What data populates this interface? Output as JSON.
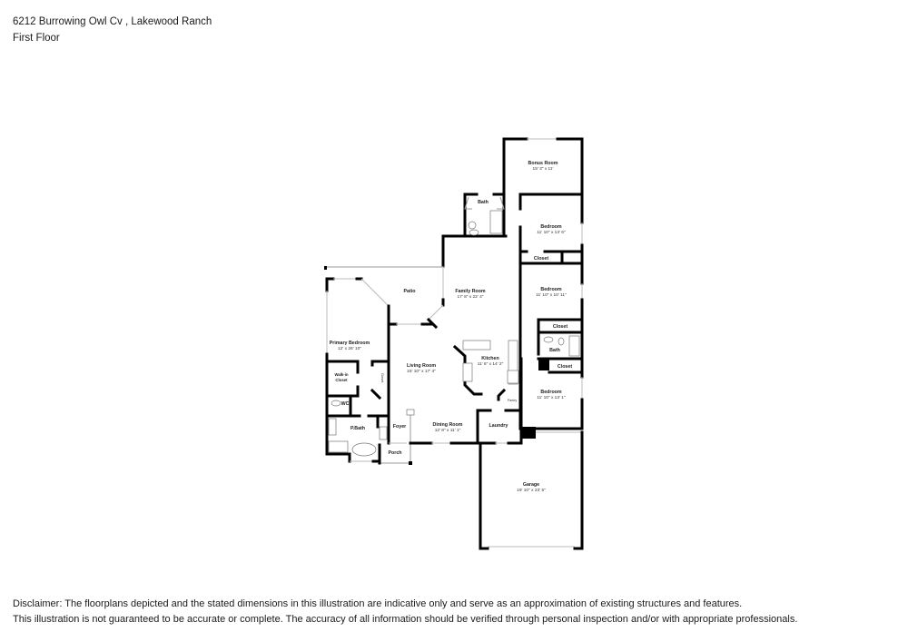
{
  "header": {
    "address": "6212 Burrowing Owl Cv , Lakewood Ranch",
    "floor": "First Floor"
  },
  "rooms": {
    "bonus_room": {
      "name": "Bonus Room",
      "dims": "15' 3\" x 11'"
    },
    "bath_top": {
      "name": "Bath"
    },
    "bedroom_1": {
      "name": "Bedroom",
      "dims": "11' 10\" x 13' 6\""
    },
    "closet_1": {
      "name": "Closet"
    },
    "bedroom_2": {
      "name": "Bedroom",
      "dims": "11' 10\" x 10' 11\""
    },
    "closet_2": {
      "name": "Closet"
    },
    "bath_mid": {
      "name": "Bath"
    },
    "closet_3": {
      "name": "Closet"
    },
    "bedroom_3": {
      "name": "Bedroom",
      "dims": "11' 10\" x 13' 1\""
    },
    "patio": {
      "name": "Patio"
    },
    "family_room": {
      "name": "Family Room",
      "dims": "17' 8\" x 22' 4\""
    },
    "primary_bedroom": {
      "name": "Primary Bedroom",
      "dims": "12' x 26' 10\""
    },
    "walkin_closet": {
      "name": "Walk-in Closet",
      "line1": "Walk-in",
      "line2": "Closet"
    },
    "closet_small": {
      "name": "Closet"
    },
    "living_room": {
      "name": "Living Room",
      "dims": "15' 10\" x 17' 4\""
    },
    "kitchen": {
      "name": "Kitchen",
      "dims": "11' 6\" x 14' 2\""
    },
    "pantry": {
      "name": "Pantry"
    },
    "wc": {
      "name": "WC"
    },
    "p_bath": {
      "name": "P.Bath"
    },
    "foyer": {
      "name": "Foyer"
    },
    "porch": {
      "name": "Porch"
    },
    "dining_room": {
      "name": "Dining Room",
      "dims": "12' 8\" x 11' 1\""
    },
    "laundry": {
      "name": "Laundry"
    },
    "garage": {
      "name": "Garage",
      "dims": "19' 10\" x 23' 5\""
    }
  },
  "disclaimer": {
    "line1": "Disclaimer: The floorplans depicted and the stated dimensions in this illustration are indicative only and serve as an approximation of existing structures and features.",
    "line2": "This illustration is not guaranteed to be accurate or complete. The accuracy of all information should be verified through personal inspection and/or with appropriate professionals."
  }
}
